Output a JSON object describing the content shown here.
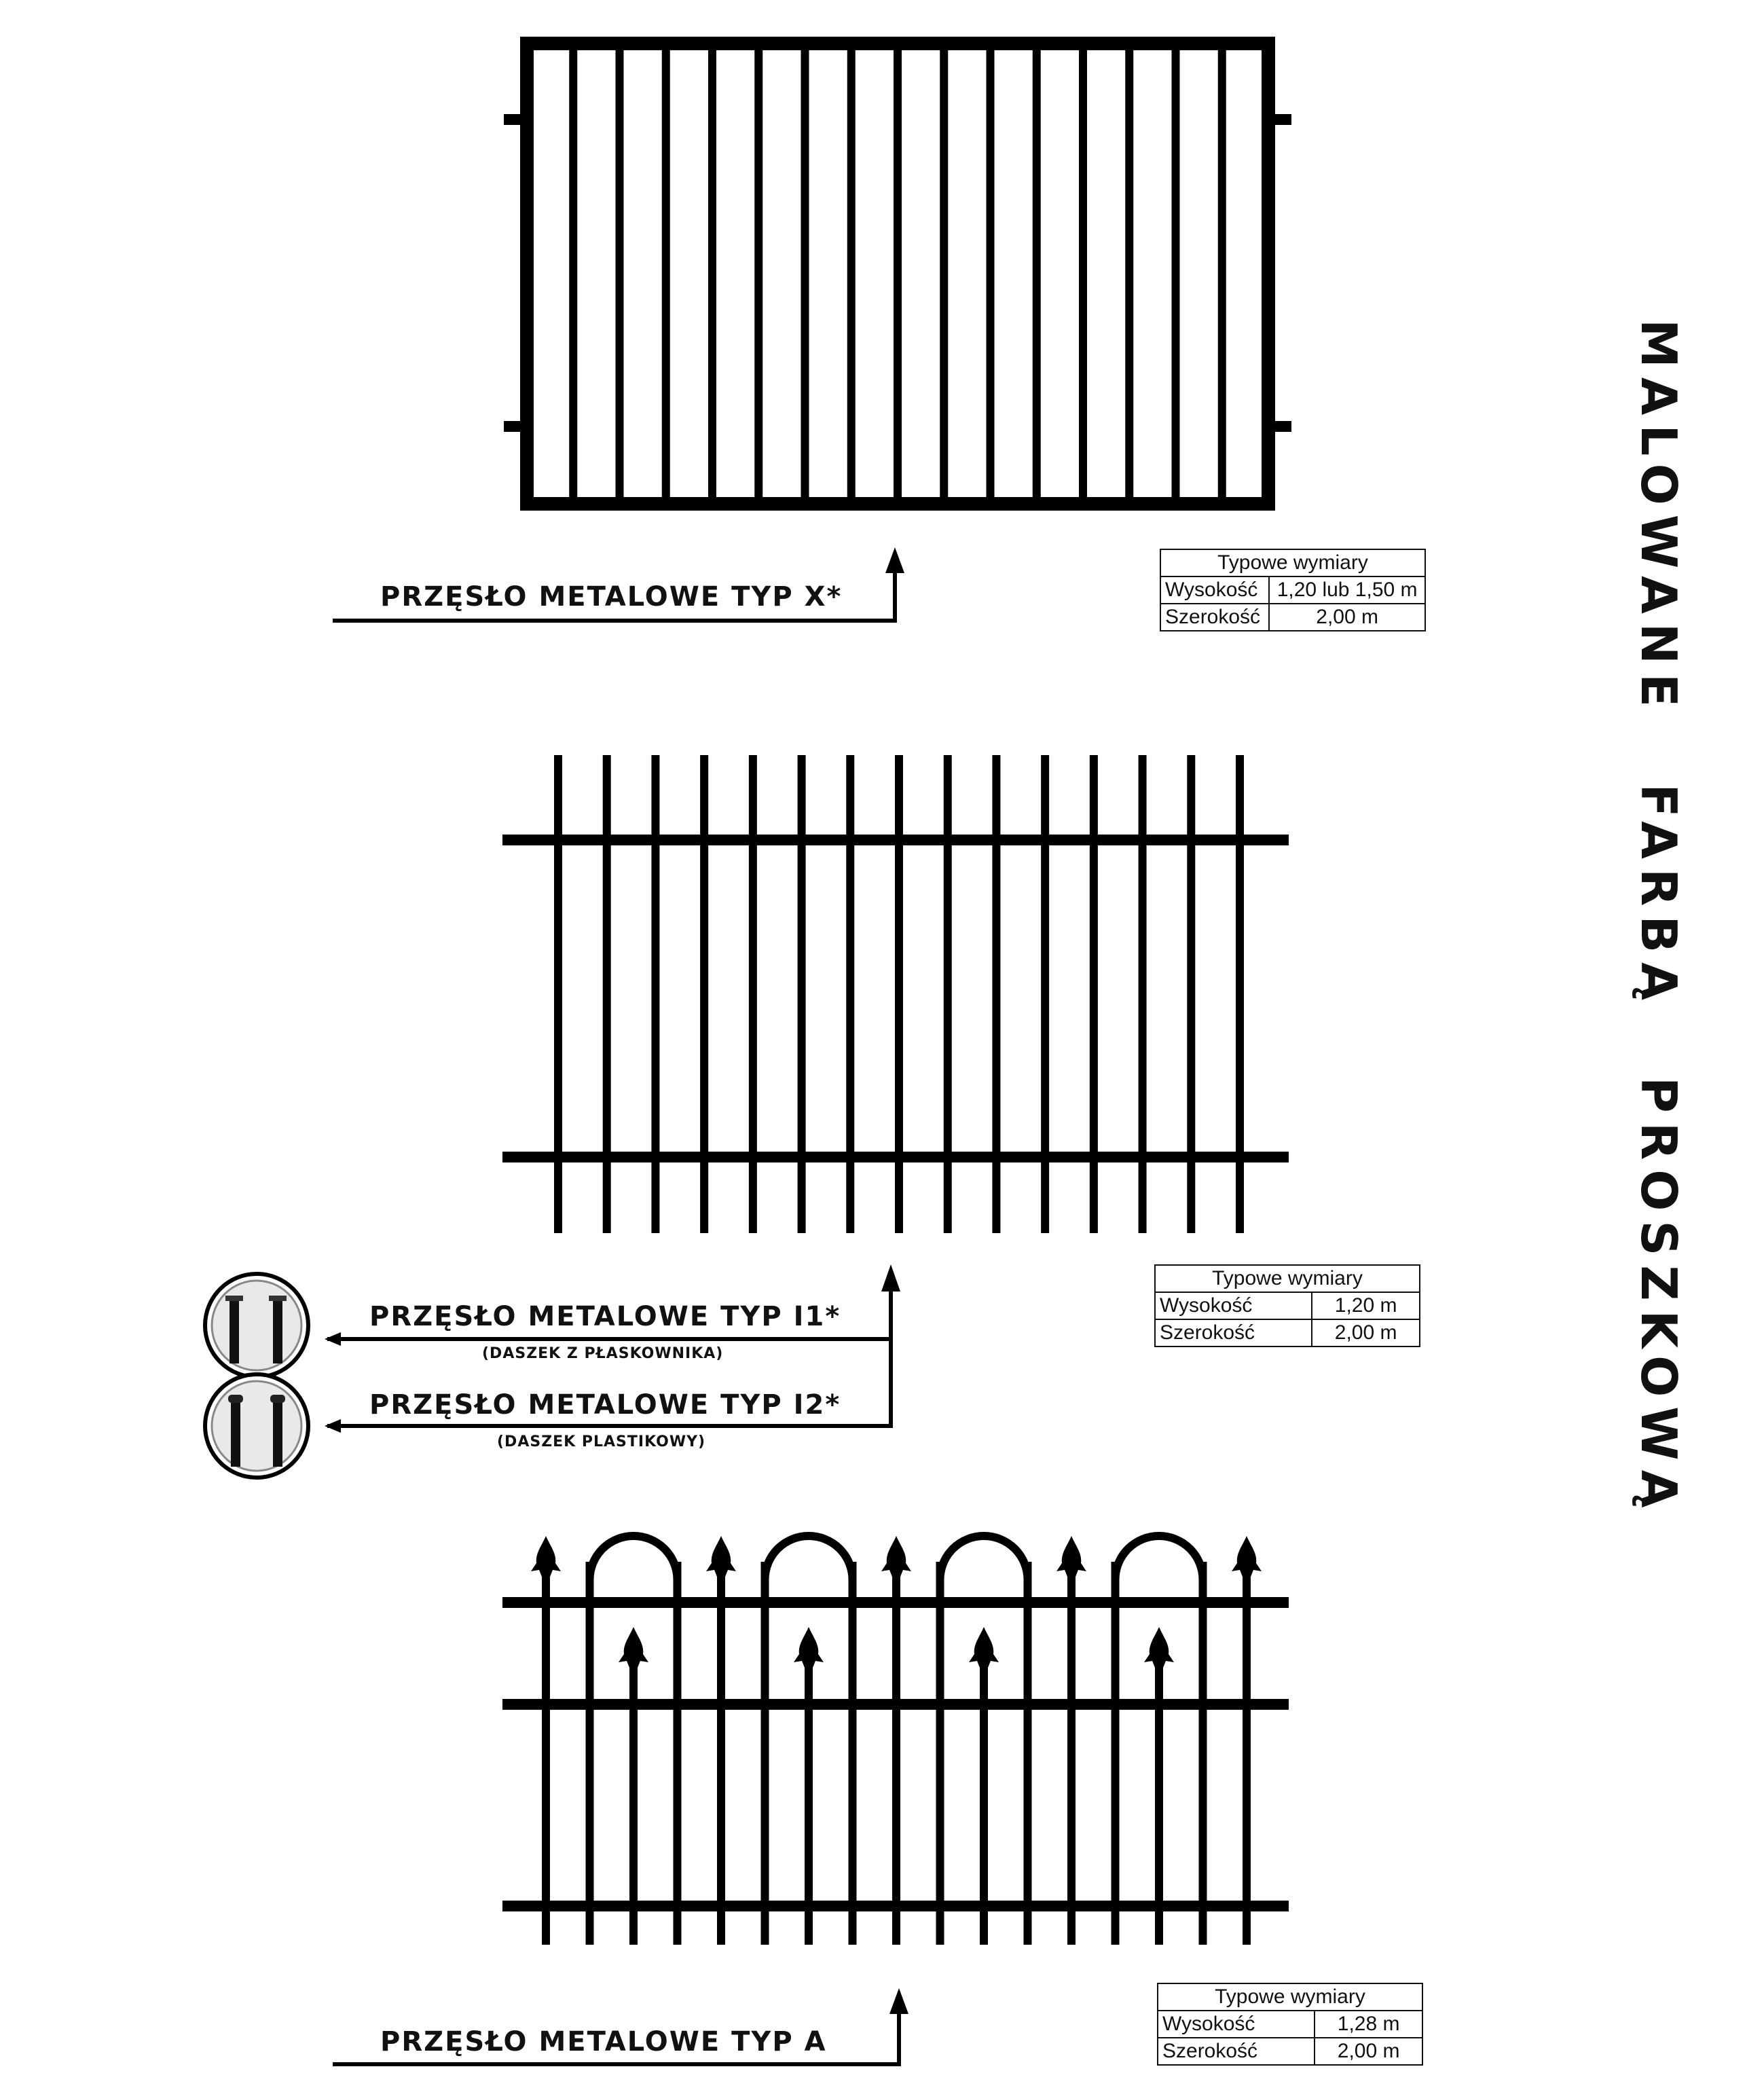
{
  "side_title": "MALOWANE FARBĄ PROSZKOWĄ",
  "panels": [
    {
      "id": "x",
      "label": "PRZĘSŁO METALOWE TYP X*",
      "dims": {
        "header": "Typowe wymiary",
        "rows": [
          [
            "Wysokość",
            "1,20 lub 1,50 m"
          ],
          [
            "Szerokość",
            "2,00 m"
          ]
        ]
      }
    },
    {
      "id": "i",
      "labels": [
        {
          "title": "PRZĘSŁO METALOWE TYP I1*",
          "note": "(DASZEK Z PŁASKOWNIKA)"
        },
        {
          "title": "PRZĘSŁO METALOWE TYP I2*",
          "note": "(DASZEK PLASTIKOWY)"
        }
      ],
      "dims": {
        "header": "Typowe wymiary",
        "rows": [
          [
            "Wysokość",
            "1,20 m"
          ],
          [
            "Szerokość",
            "2,00 m"
          ]
        ]
      }
    },
    {
      "id": "a",
      "label": "PRZĘSŁO METALOWE TYP A",
      "dims": {
        "header": "Typowe wymiary",
        "rows": [
          [
            "Wysokość",
            "1,28 m"
          ],
          [
            "Szerokość",
            "2,00 m"
          ]
        ]
      }
    }
  ]
}
